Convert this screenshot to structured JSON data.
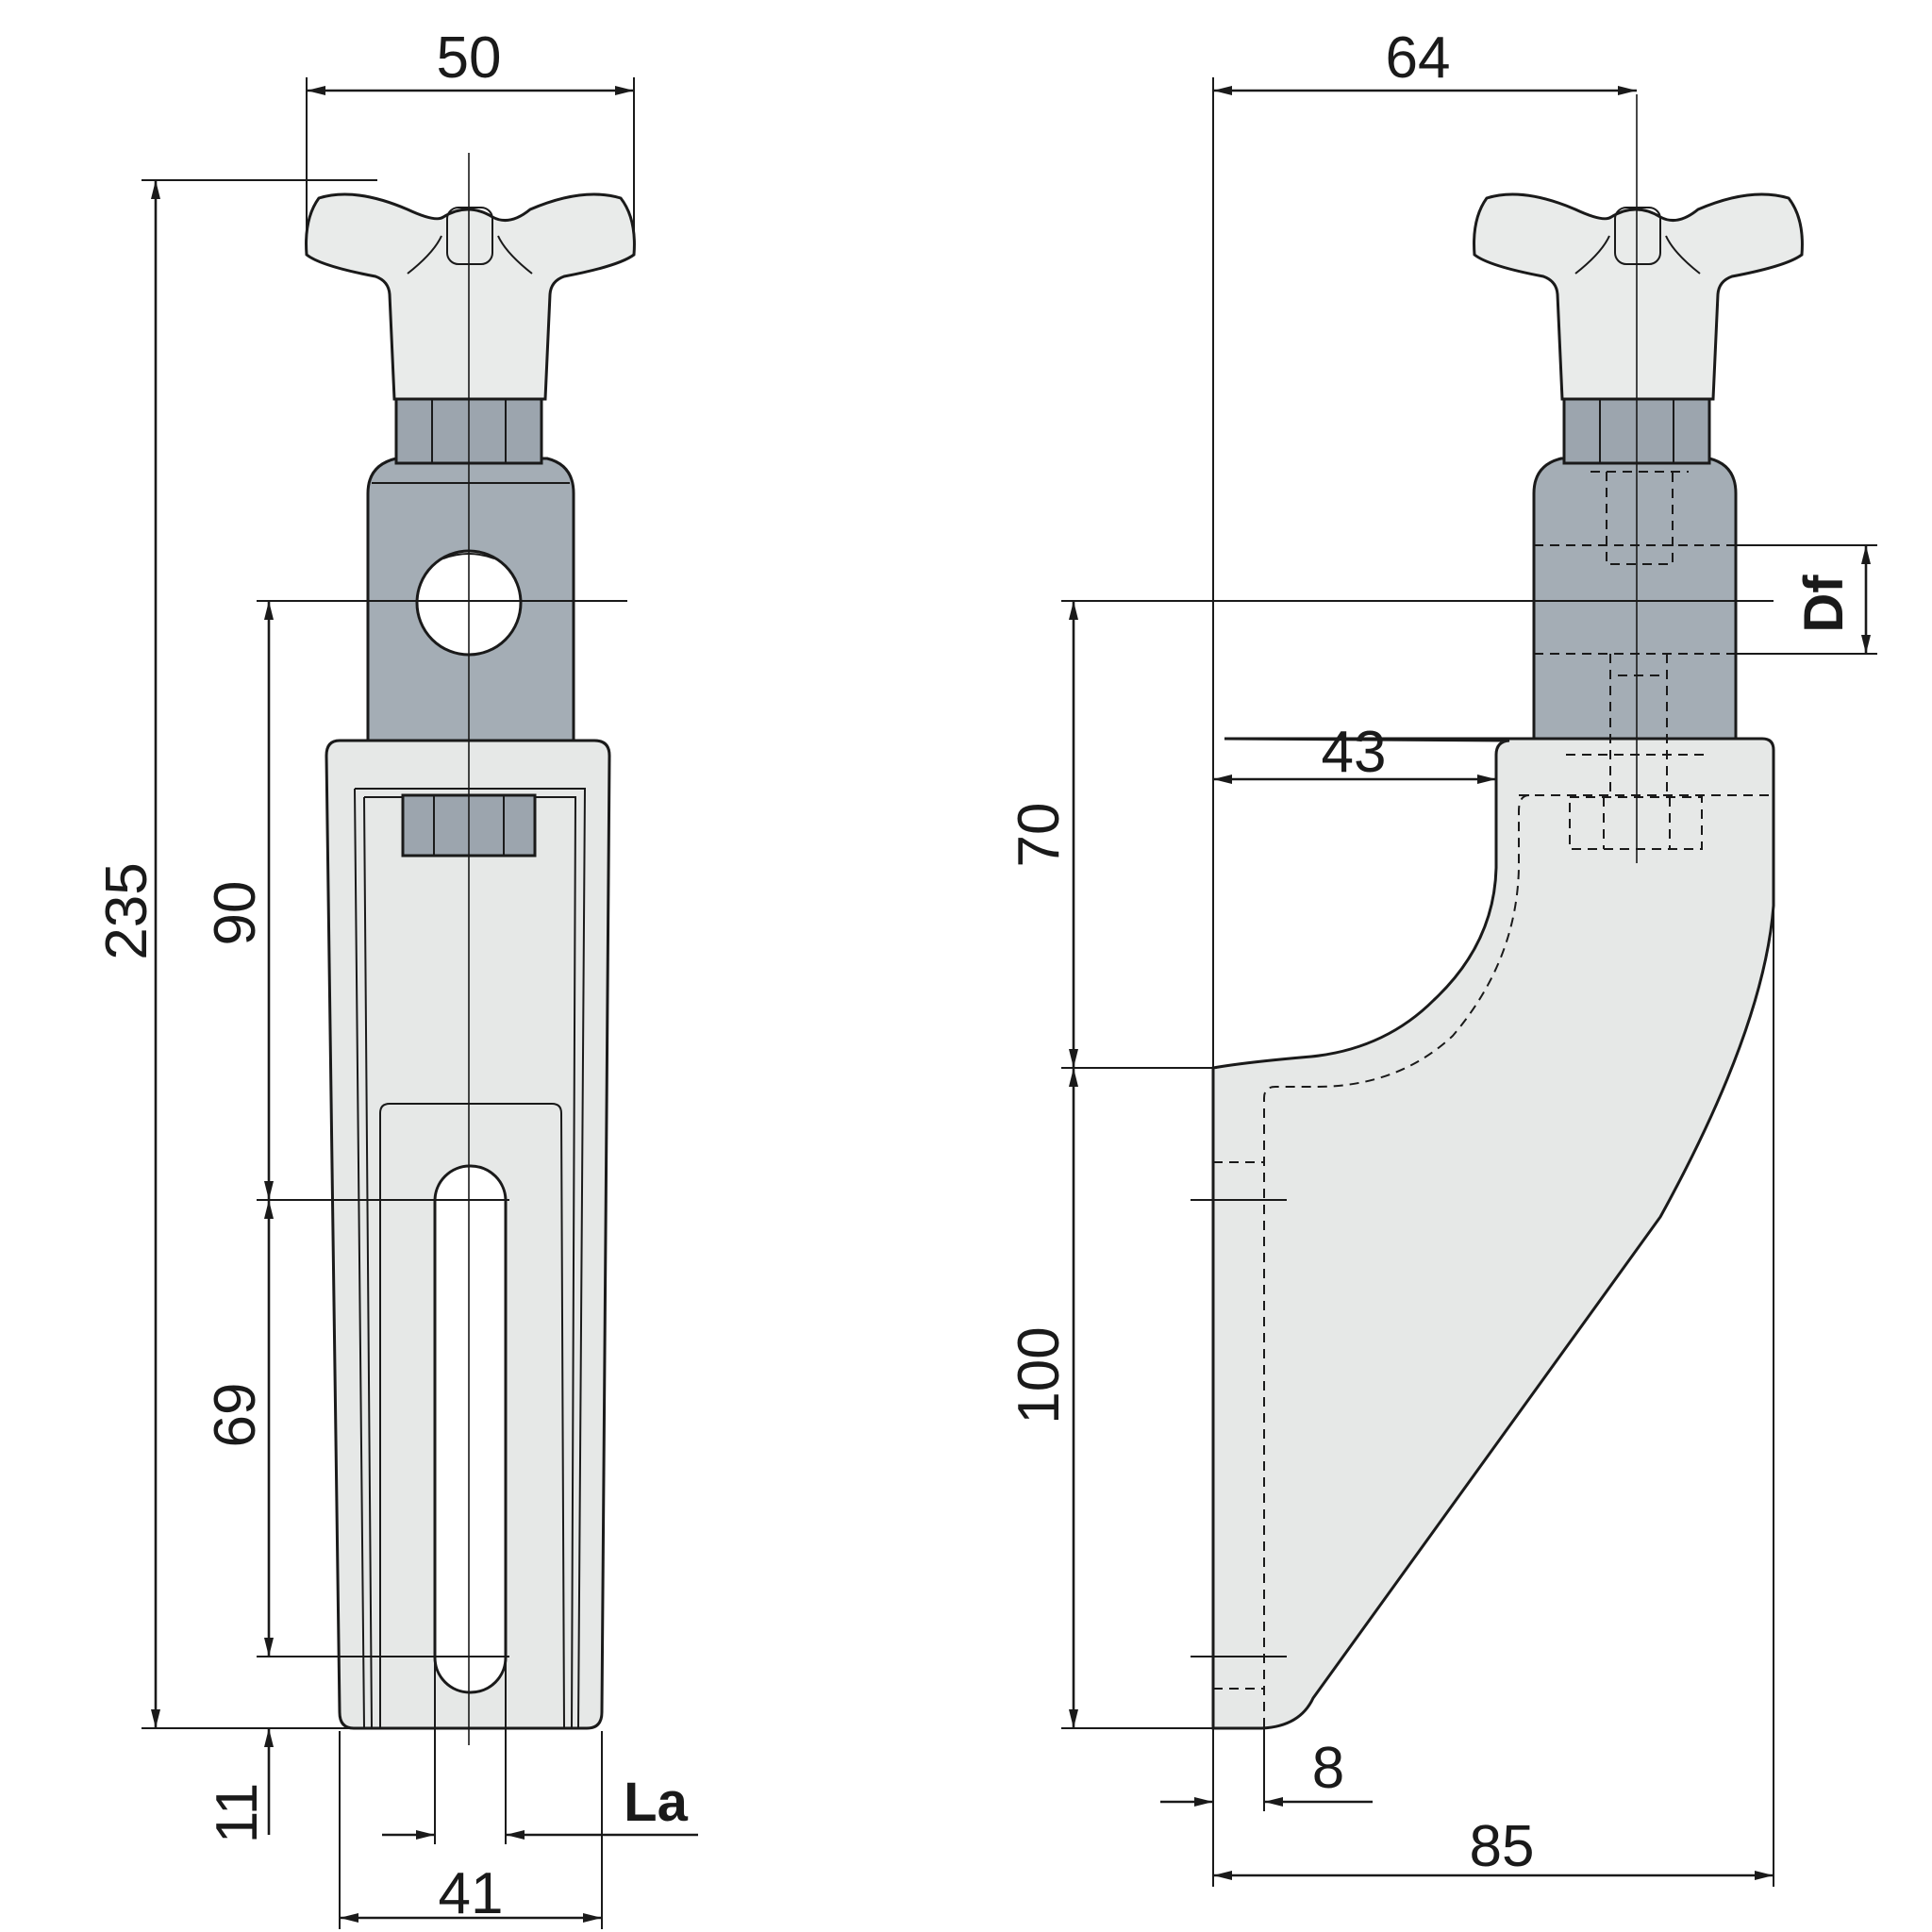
{
  "colors": {
    "knob": "#e9ebea",
    "body": "#e6e8e7",
    "block": "#a4adb5",
    "nut": "#9ca5ae",
    "line": "#1a1a1a"
  },
  "dims": {
    "width_knob": "50",
    "total_height": "235",
    "height_90": "90",
    "slot_69": "69",
    "bottom_11": "11",
    "base_41": "41",
    "la_label": "La",
    "width_64": "64",
    "df_label": "Df",
    "offset_43": "43",
    "height_70": "70",
    "height_100": "100",
    "thick_8": "8",
    "width_85": "85"
  }
}
